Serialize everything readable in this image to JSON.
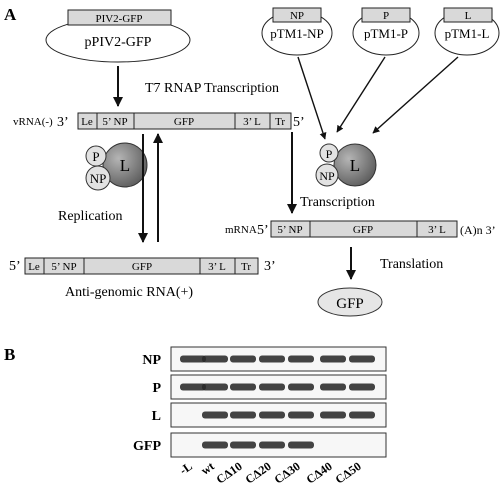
{
  "panel_a_label": "A",
  "panel_b_label": "B",
  "plasmids": {
    "gfp_box": "PIV2-GFP",
    "gfp_name": "pPIV2-GFP",
    "np_box": "NP",
    "np_name": "pTM1-NP",
    "p_box": "P",
    "p_name": "pTM1-P",
    "l_box": "L",
    "l_name": "pTM1-L"
  },
  "t7_label": "T7 RNAP Transcription",
  "vrna": {
    "label": "vRNA(-)",
    "end3": "3’",
    "end5": "5’",
    "le": "Le",
    "np5": "5’ NP",
    "gfp": "GFP",
    "l3": "3’ L",
    "tr": "Tr"
  },
  "complex": {
    "p": "P",
    "np": "NP",
    "l": "L"
  },
  "replication_label": "Replication",
  "transcription_label": "Transcription",
  "translation_label": "Translation",
  "antigenomic": {
    "end5": "5’",
    "end3": "3’",
    "le": "Le",
    "np5": "5’ NP",
    "gfp": "GFP",
    "l3": "3’ L",
    "tr": "Tr",
    "caption": "Anti-genomic RNA(+)"
  },
  "mrna": {
    "label": "mRNA",
    "end5": "5’",
    "np5": "5’ NP",
    "gfp": "GFP",
    "l3": "3’ L",
    "tail": "(A)n 3’"
  },
  "gfp_product": "GFP",
  "blot": {
    "rows": [
      {
        "label": "NP",
        "bands": [
          1,
          1,
          1,
          1,
          1,
          1,
          1
        ]
      },
      {
        "label": "P",
        "bands": [
          1,
          1,
          1,
          1,
          1,
          1,
          1
        ]
      },
      {
        "label": "L",
        "bands": [
          0,
          1,
          1,
          1,
          1,
          1,
          1
        ]
      },
      {
        "label": "GFP",
        "bands": [
          0,
          1,
          1,
          1,
          1,
          0,
          0
        ]
      }
    ],
    "lanes": [
      "-L",
      "wt",
      "CΔ10",
      "CΔ20",
      "CΔ30",
      "CΔ40",
      "CΔ50"
    ]
  }
}
